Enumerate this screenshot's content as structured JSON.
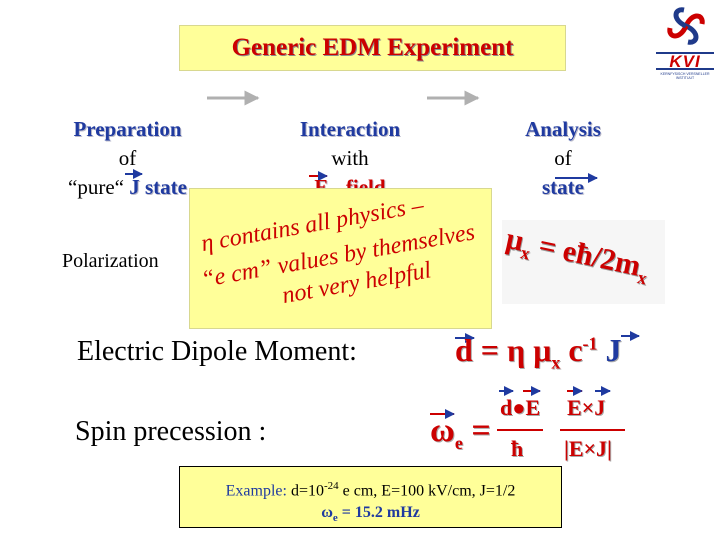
{
  "title": "Generic EDM Experiment",
  "logo": {
    "name": "KVI",
    "subtitle": "KERNFYSISCH VERSNELLER INSTITUUT"
  },
  "preparation": {
    "line1": "Preparation",
    "line2": "of",
    "line3_prefix": "“pure“ ",
    "line3_J": "J",
    "line3_suffix": " state"
  },
  "interaction": {
    "line1": "Interaction",
    "line2": "with",
    "line3": "E - field"
  },
  "analysis": {
    "line1": "Analysis",
    "line2": "of",
    "line3": "state"
  },
  "polarization_label": "Polarization",
  "physics_note": {
    "line1": "η contains all physics –",
    "line2": "“e cm” values by themselves",
    "line3": "not very helpful"
  },
  "mu_relation": {
    "mu": "μ",
    "sub": "x",
    "rest": " = eħ/2m",
    "sub2": "x"
  },
  "edm_label": "Electric Dipole Moment:",
  "spin_label": "Spin precession :",
  "edm_formula": {
    "d": "d = ",
    "eta": "η ",
    "mu": "μ",
    "sub": "x",
    "c": " c",
    "exp": "-1",
    "J": " J"
  },
  "omega_formula": {
    "omega": "ω",
    "sub": "e",
    "eq": " ="
  },
  "fraction1": {
    "numerator": "d●E",
    "denominator": "ħ"
  },
  "fraction2": {
    "numerator": "E×J",
    "denominator": "|E×J|"
  },
  "example": {
    "label": "Example:",
    "text_prefix": " d=10",
    "exp": "-24",
    "text_suffix": " e cm, E=100 kV/cm, J=1/2",
    "result_omega": "ω",
    "result_sub": "e",
    "result_value": " = 15.2 mHz"
  },
  "colors": {
    "red": "#cc0000",
    "blue": "#1f3aa0",
    "yellow": "#ffff99"
  }
}
